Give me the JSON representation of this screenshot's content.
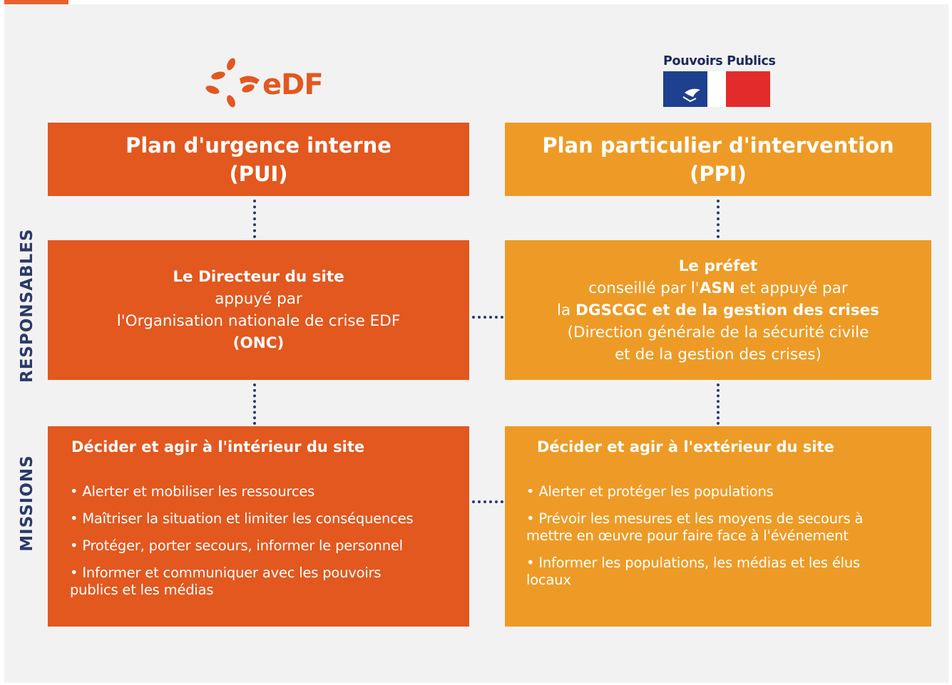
{
  "logos": {
    "edf_wordmark": "eDF",
    "pouvoirs_publics_label": "Pouvoirs Publics"
  },
  "rows": {
    "responsables_label": "RESPONSABLES",
    "missions_label": "MISSIONS"
  },
  "edf": {
    "plan_title": "Plan d'urgence interne",
    "plan_abbr": "(PUI)",
    "resp_line1": "Le Directeur du site",
    "resp_line2": "appuyé par",
    "resp_line3": "l'Organisation nationale de crise EDF",
    "resp_line4": "(ONC)",
    "mission_title": "Décider et agir à l'intérieur du site",
    "mission_items": [
      "Alerter et mobiliser les ressources",
      "Maîtriser la situation et limiter les conséquences",
      "Protéger, porter secours, informer le personnel",
      "Informer et communiquer avec les pouvoirs publics et les médias"
    ]
  },
  "pouvoirs_publics": {
    "plan_title": "Plan particulier d'intervention",
    "plan_abbr": "(PPI)",
    "resp_line1": "Le préfet",
    "resp_line2_pre": "conseillé par l'",
    "resp_line2_bold": "ASN",
    "resp_line2_post": " et appuyé par",
    "resp_line3_pre": "la ",
    "resp_line3_bold": "DGSCGC et de la gestion des crises",
    "resp_line4": "(Direction générale de la sécurité civile",
    "resp_line5": "et de la gestion des crises)",
    "mission_title": "Décider et agir à l'extérieur du site",
    "mission_items": [
      "Alerter et protéger les populations",
      "Prévoir les mesures et les moyens de secours à mettre en œuvre pour faire face à l'événement",
      "Informer les populations, les médias et les élus locaux"
    ]
  },
  "colors": {
    "edf": "#e2581f",
    "pouvoirs_publics": "#ed9b26",
    "connector": "#2b3a67"
  }
}
